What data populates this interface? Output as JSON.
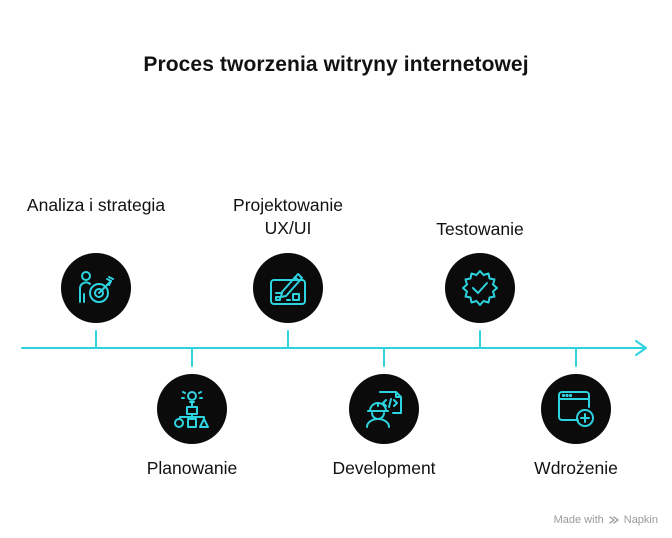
{
  "title": "Proces tworzenia witryny internetowej",
  "colors": {
    "accent": "#2ed3e0",
    "circle": "#0b0b0b",
    "text": "#111111"
  },
  "steps": [
    {
      "label": "Analiza i strategia",
      "icon": "target-person-icon",
      "position": "above"
    },
    {
      "label": "Planowanie",
      "icon": "idea-flowchart-icon",
      "position": "below"
    },
    {
      "label": "Projektowanie UX/UI",
      "icon": "design-pen-icon",
      "position": "above"
    },
    {
      "label": "Development",
      "icon": "developer-code-icon",
      "position": "below"
    },
    {
      "label": "Testowanie",
      "icon": "gear-check-icon",
      "position": "above"
    },
    {
      "label": "Wdrożenie",
      "icon": "browser-add-icon",
      "position": "below"
    }
  ],
  "credit": {
    "made_with": "Made with",
    "brand": "Napkin"
  }
}
